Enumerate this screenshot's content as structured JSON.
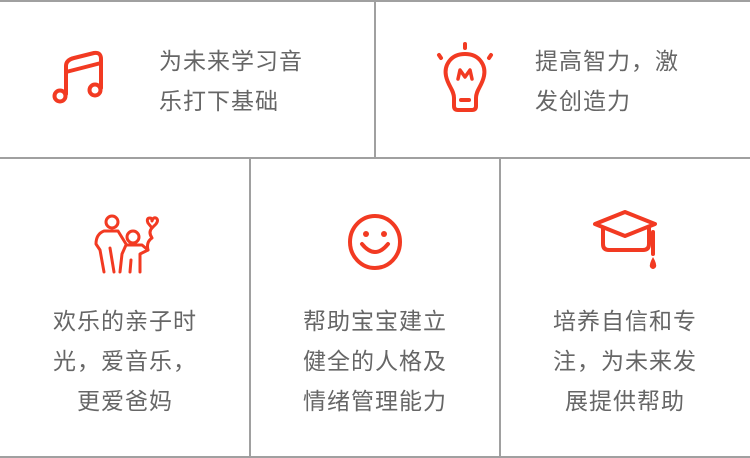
{
  "colors": {
    "accent": "#f23a22",
    "text": "#666666",
    "divider": "#a0a0a0"
  },
  "features": [
    {
      "icon": "music-note-icon",
      "lines": [
        "为未来学习音",
        "乐打下基础"
      ]
    },
    {
      "icon": "lightbulb-icon",
      "lines": [
        "提高智力，激",
        "发创造力"
      ]
    },
    {
      "icon": "parent-child-icon",
      "lines": [
        "欢乐的亲子时",
        "光，爱音乐，",
        "更爱爸妈"
      ]
    },
    {
      "icon": "smiley-icon",
      "lines": [
        "帮助宝宝建立",
        "健全的人格及",
        "情绪管理能力"
      ]
    },
    {
      "icon": "graduation-cap-icon",
      "lines": [
        "培养自信和专",
        "注，为未来发",
        "展提供帮助"
      ]
    }
  ]
}
